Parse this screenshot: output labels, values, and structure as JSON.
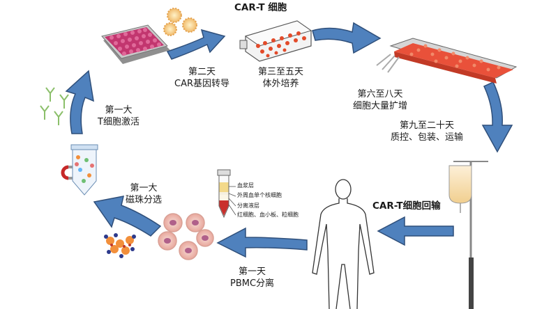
{
  "labels": {
    "cart_cells": "CAR-T 细胞",
    "day1_t_activation": [
      "第一大",
      "T细胞激活"
    ],
    "day2_transduction": [
      "第二天",
      "CAR基因转导"
    ],
    "day3_5_culture": [
      "第三至五天",
      "体外培养"
    ],
    "day6_8_expansion": [
      "第六至八天",
      "细胞大量扩增"
    ],
    "day9_20_qc": [
      "第九至二十天",
      "质控、包装、运输"
    ],
    "infusion": "CAR-T细胞回输",
    "pbmc_separation": [
      "第一天",
      "PBMC分离"
    ],
    "magnetic_beads": [
      "第一大",
      "磁珠分选"
    ]
  },
  "tube_layers": [
    "血浆层",
    "外周血单个核细胞",
    "分离液层",
    "红细胞、血小板、粒细胞"
  ],
  "colors": {
    "arrow_fill": "#4f81bd",
    "arrow_stroke": "#2f4f7a",
    "plate": "#c2366f",
    "flask_cells": "#e24b2a",
    "cell_pink": "#f2c9c4",
    "cell_nucleus": "#b0608a"
  }
}
